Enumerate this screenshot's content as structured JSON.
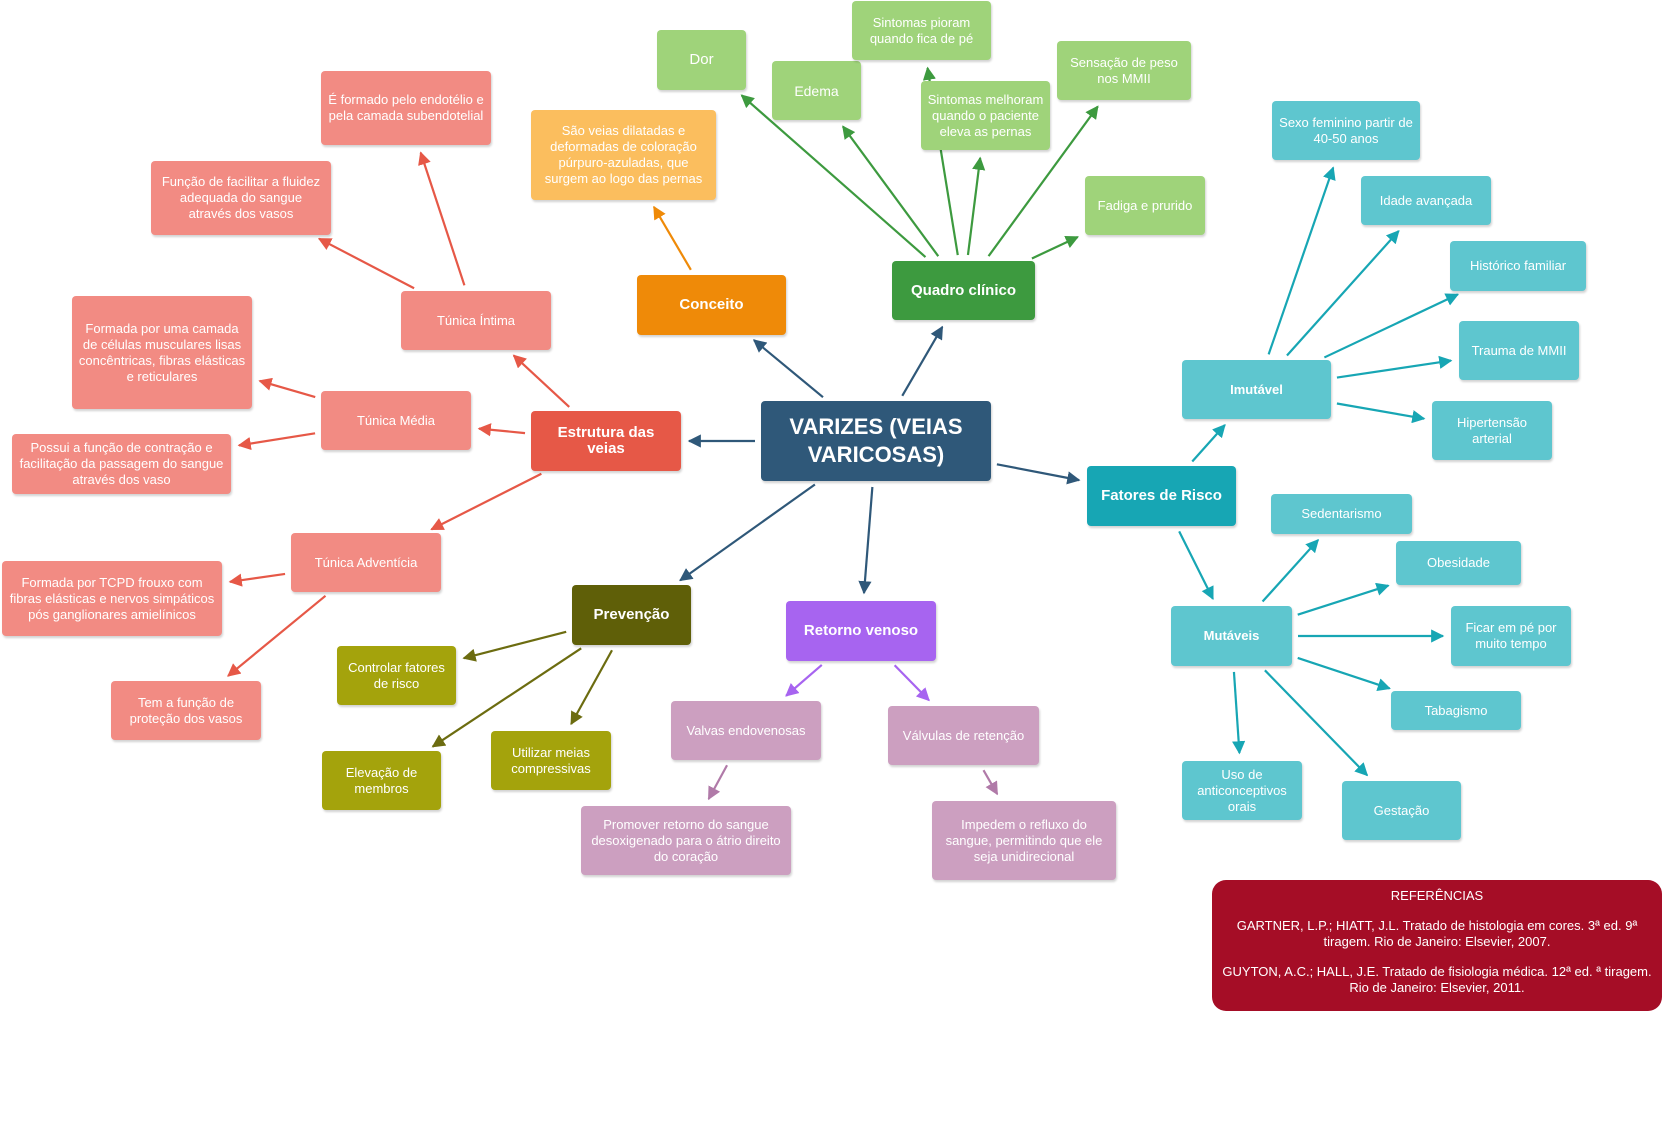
{
  "colors": {
    "center": "#2f5879",
    "conceito": "#ef8a08",
    "conceito_light": "#fbbe5e",
    "quadro": "#3d9a3f",
    "quadro_light": "#9fd37a",
    "quadro_edge": "#3d9a3f",
    "fatores": "#17a6b4",
    "fatores_light": "#5ec6cf",
    "fatores_edge": "#17a6b4",
    "retorno": "#a764f0",
    "retorno_light": "#cc9fc0",
    "retorno_edge_child": "#b07aa8",
    "prevencao": "#5f5f08",
    "prevencao_light": "#a4a30c",
    "prevencao_edge": "#6c6c10",
    "estrutura": "#e65847",
    "estrutura_light": "#f28b83",
    "estrutura_edge": "#e65847",
    "references_bg": "#a50d26"
  },
  "center": {
    "label": "VARIZES (VEIAS VARICOSAS)"
  },
  "conceito": {
    "label": "Conceito",
    "definition": "São veias dilatadas e deformadas de coloração púrpuro-azuladas, que surgem ao logo das pernas"
  },
  "quadro": {
    "label": "Quadro clínico",
    "items": [
      "Dor",
      "Edema",
      "Sintomas pioram quando fica de pé",
      "Sintomas melhoram quando o paciente eleva as pernas",
      "Sensação de peso nos MMII",
      "Fadiga e prurido"
    ]
  },
  "fatores": {
    "label": "Fatores de Risco",
    "imutavel": {
      "label": "Imutável",
      "items": [
        "Sexo feminino  partir de 40-50 anos",
        "Idade avançada",
        "Histórico familiar",
        "Trauma de MMII",
        "Hipertensão arterial"
      ]
    },
    "mutaveis": {
      "label": "Mutáveis",
      "items": [
        "Sedentarismo",
        "Obesidade",
        "Ficar em pé por muito tempo",
        "Tabagismo",
        "Gestação",
        "Uso de anticonceptivos orais"
      ]
    }
  },
  "retorno": {
    "label": "Retorno venoso",
    "valvas": {
      "label": "Valvas endovenosas",
      "desc": "Promover retorno do sangue desoxigenado para o átrio direito do coração"
    },
    "valvulas": {
      "label": "Válvulas de retenção",
      "desc": "Impedem o refluxo do sangue, permitindo que ele seja unidirecional"
    }
  },
  "prevencao": {
    "label": "Prevenção",
    "items": [
      "Controlar fatores de risco",
      "Elevação de membros",
      "Utilizar meias compressivas"
    ]
  },
  "estrutura": {
    "label": "Estrutura das veias",
    "intima": {
      "label": "Túnica Íntima",
      "desc1": "É formado pelo endotélio e pela camada subendotelial",
      "desc2": "Função de facilitar a fluidez adequada do sangue através dos vasos"
    },
    "media": {
      "label": "Túnica Média",
      "desc1": "Formada por uma camada de células musculares lisas concêntricas, fibras elásticas e reticulares",
      "desc2": "Possui a função de contração e facilitação da passagem do sangue através dos vaso"
    },
    "adventicia": {
      "label": "Túnica Adventícia",
      "desc1": "Formada por TCPD frouxo com fibras elásticas e nervos simpáticos pós ganglionares amielínicos",
      "desc2": "Tem a função de proteção dos vasos"
    }
  },
  "references": {
    "title": "REFERÊNCIAS",
    "items": [
      "GARTNER, L.P.; HIATT, J.L. Tratado de histologia em cores. 3ª ed. 9ª tiragem. Rio de Janeiro: Elsevier, 2007.",
      "GUYTON, A.C.; HALL, J.E. Tratado de fisiologia médica. 12ª ed. ª tiragem. Rio de Janeiro: Elsevier, 2011."
    ]
  }
}
